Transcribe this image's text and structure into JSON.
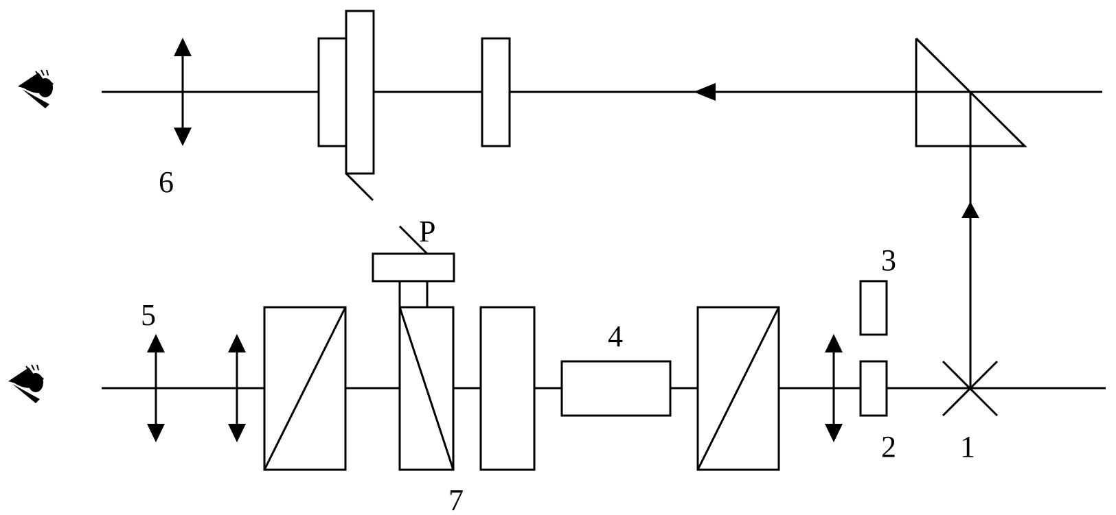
{
  "labels": {
    "l1": "1",
    "l2": "2",
    "l3": "3",
    "l4": "4",
    "l5": "5",
    "l6": "6",
    "l7": "7",
    "lP": "P"
  },
  "icons": {
    "eye": "eye-icon"
  },
  "colors": {
    "stroke": "#000000",
    "background": "#ffffff"
  }
}
